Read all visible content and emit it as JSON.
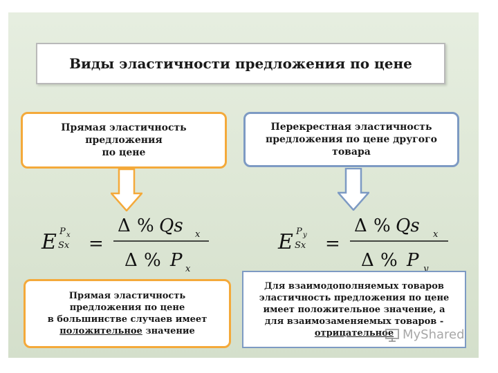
{
  "title": "Виды эластичности предложения по цене",
  "top_left_box": {
    "lines": [
      "Прямая эластичность",
      "предложения",
      "по цене"
    ]
  },
  "top_right_box": {
    "lines": [
      "Перекрестная эластичность",
      "предложения по цене другого",
      "товара"
    ]
  },
  "formula_left": {
    "E": "E",
    "sup": "P",
    "sup_sub": "x",
    "sub": "Sx",
    "eq": "=",
    "num_delta": "Δ",
    "num_pct": "%",
    "num_var": "Qs",
    "num_sub": "x",
    "den_delta": "Δ",
    "den_pct": "%",
    "den_var": "P",
    "den_sub": "x"
  },
  "formula_right": {
    "E": "E",
    "sup": "P",
    "sup_sub": "y",
    "sub": "Sx",
    "eq": "=",
    "num_delta": "Δ",
    "num_pct": "%",
    "num_var": "Qs",
    "num_sub": "x",
    "den_delta": "Δ",
    "den_pct": "%",
    "den_var": "P",
    "den_sub": "y"
  },
  "bottom_left_box": {
    "line1": "Прямая эластичность",
    "line2": "предложения по цене",
    "line3": "в большинстве случаев имеет",
    "line4_underlined": "положительное",
    "line4_rest": " значение"
  },
  "bottom_right_box": {
    "line1": "Для взаимодополняемых товаров",
    "line2": "эластичность предложения по цене",
    "line3": "имеет положительное значение, а",
    "line4": "для взаимозаменяемых товаров -",
    "line5_underlined": "отрицательное"
  },
  "watermark": "MyShared",
  "colors": {
    "orange_border": "#f4a93a",
    "blue_border": "#7d9ac3",
    "arrow_orange": "#f4a93a",
    "arrow_blue": "#7d9ac3"
  }
}
